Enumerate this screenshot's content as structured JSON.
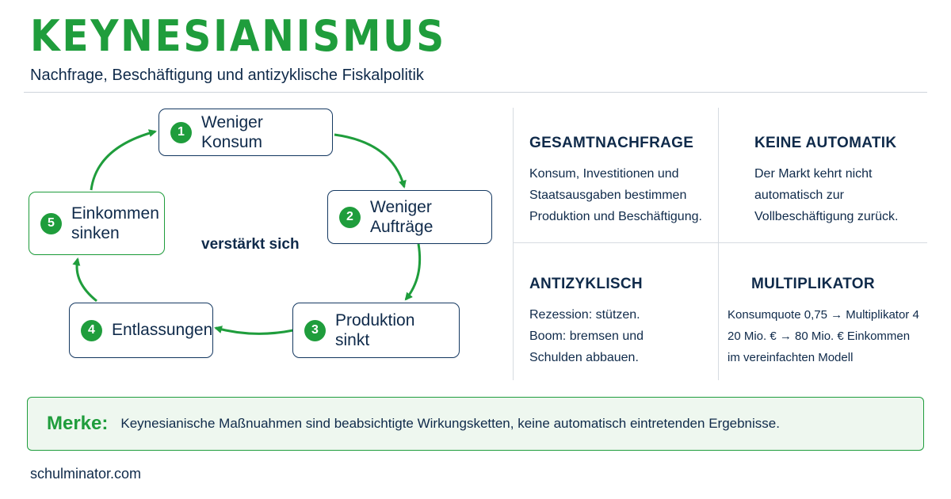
{
  "header": {
    "title": "KEYNESIANISMUS",
    "subtitle": "Nachfrage, Beschäftigung und antizyklische Fiskalpolitik"
  },
  "cycle": {
    "center_label": "verstärkt sich",
    "nodes": [
      {
        "num": "1",
        "label": "Weniger Konsum"
      },
      {
        "num": "2",
        "label": "Weniger Aufträge"
      },
      {
        "num": "3",
        "label": "Produktion sinkt"
      },
      {
        "num": "4",
        "label": "Entlassungen"
      },
      {
        "num": "5",
        "label": "Einkommen sinken"
      }
    ]
  },
  "panels": [
    {
      "title": "GESAMTNACHFRAGE",
      "lines": [
        "Konsum, Investitionen und",
        "Staatsausgaben bestimmen",
        "Produktion und Beschäftigung."
      ]
    },
    {
      "title": "KEINE AUTOMATIK",
      "lines": [
        "Der Markt kehrt nicht",
        "automatisch zur",
        "Vollbeschäftigung zurück."
      ]
    },
    {
      "title": "ANTIZYKLISCH",
      "lines": [
        "Rezession: stützen.",
        "Boom: bremsen und",
        "Schulden abbauen."
      ]
    },
    {
      "title": "MULTIPLIKATOR",
      "lines": [
        "Konsumquote 0,75 → Multiplikator 4",
        "20 Mio. € → 80 Mio. € Einkommen",
        "im vereinfachten Modell"
      ]
    }
  ],
  "merke": {
    "label": "Merke:",
    "text": "Keynesianische Maßnuahmen sind beabsichtigte  Wirkungsketten, keine automatisch eintretenden Ergebnisse."
  },
  "footer": {
    "source": "schulminator.com"
  },
  "colors": {
    "accent": "#1f9d3c",
    "navy": "#0f2a4a",
    "merke_bg": "#eef7ef"
  }
}
